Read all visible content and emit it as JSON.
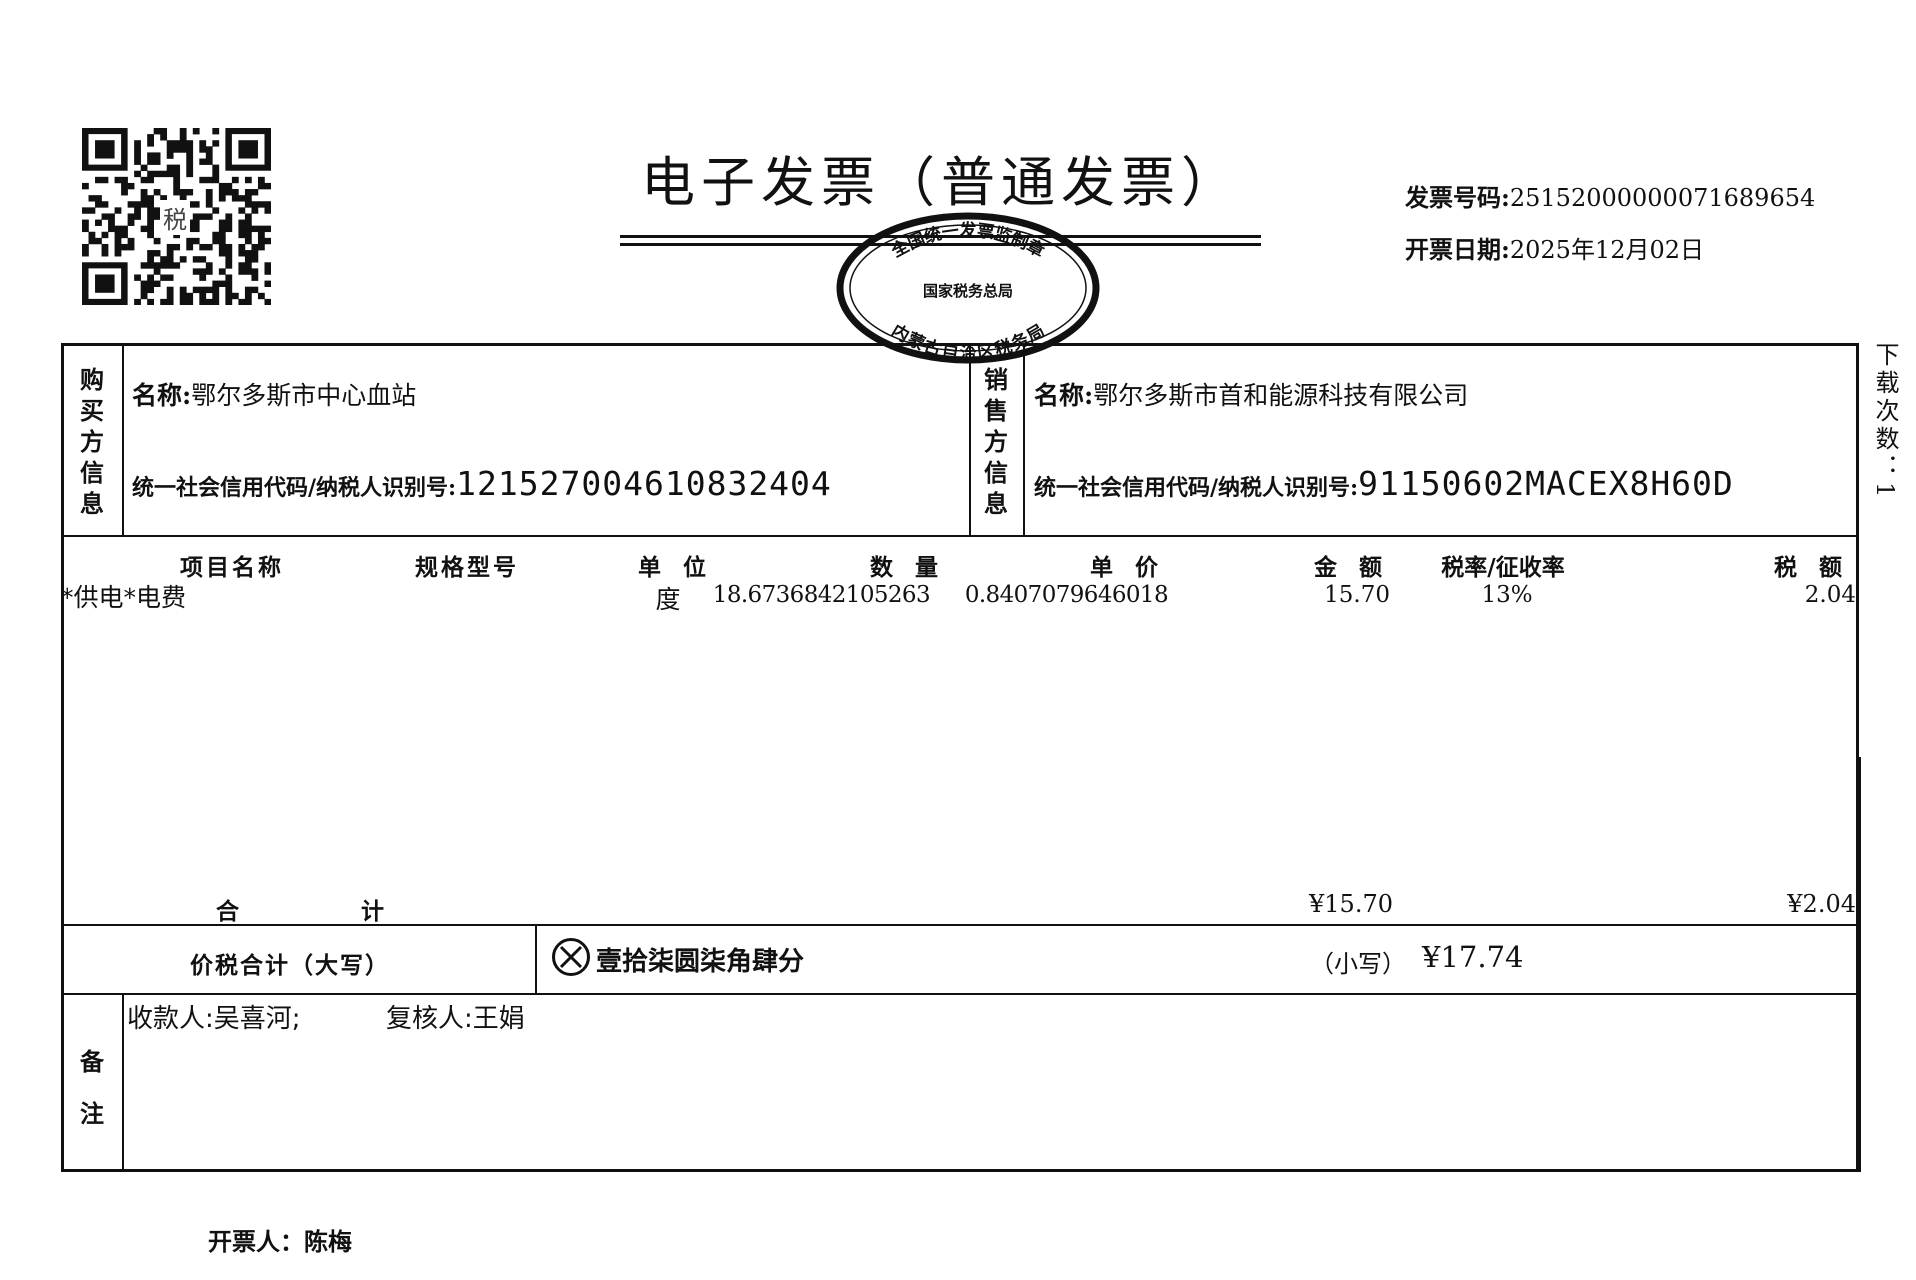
{
  "qr": {
    "center_label": "税"
  },
  "title": "电子发票（普通发票）",
  "stamp": {
    "top": "全国统一发票监制章",
    "middle": "国家税务总局",
    "bottom": "内蒙古自治区税务局"
  },
  "meta": {
    "number_label": "发票号码:",
    "number": "25152000000071689654",
    "date_label": "开票日期:",
    "date": "2025年12月02日"
  },
  "download_count": "下载次数：1",
  "buyer": {
    "section_label": "购买方信息",
    "name_label": "名称:",
    "name": "鄂尔多斯市中心血站",
    "id_label": "统一社会信用代码/纳税人识别号:",
    "id": "12152700461083240​4"
  },
  "seller": {
    "section_label": "销售方信息",
    "name_label": "名称:",
    "name": "鄂尔多斯市首和能源科技有限公司",
    "id_label": "统一社会信用代码/纳税人识别号:",
    "id": "91150602MACEX8H60D"
  },
  "columns": [
    "项目名称",
    "规格型号",
    "单 位",
    "数 量",
    "单 价",
    "金 额",
    "税率/征收率",
    "税 额"
  ],
  "items": [
    {
      "name": "*供电*电费",
      "spec": "",
      "unit": "度",
      "qty": "18.6736842105263",
      "price": "0.8407079646018",
      "amount": "15.70",
      "rate": "13%",
      "tax": "2.04"
    }
  ],
  "totals": {
    "label_1": "合",
    "label_2": "计",
    "amount": "¥15.70",
    "tax": "¥2.04"
  },
  "grand_total": {
    "label": "价税合计（大写）",
    "words": "壹拾柒圆柒角肆分",
    "small_label": "（小写）",
    "small": "¥17.74"
  },
  "remarks": {
    "section_label_1": "备",
    "section_label_2": "注",
    "payee": "收款人:吴喜河;",
    "reviewer": "复核人:王娟"
  },
  "issuer": "开票人：陈梅"
}
